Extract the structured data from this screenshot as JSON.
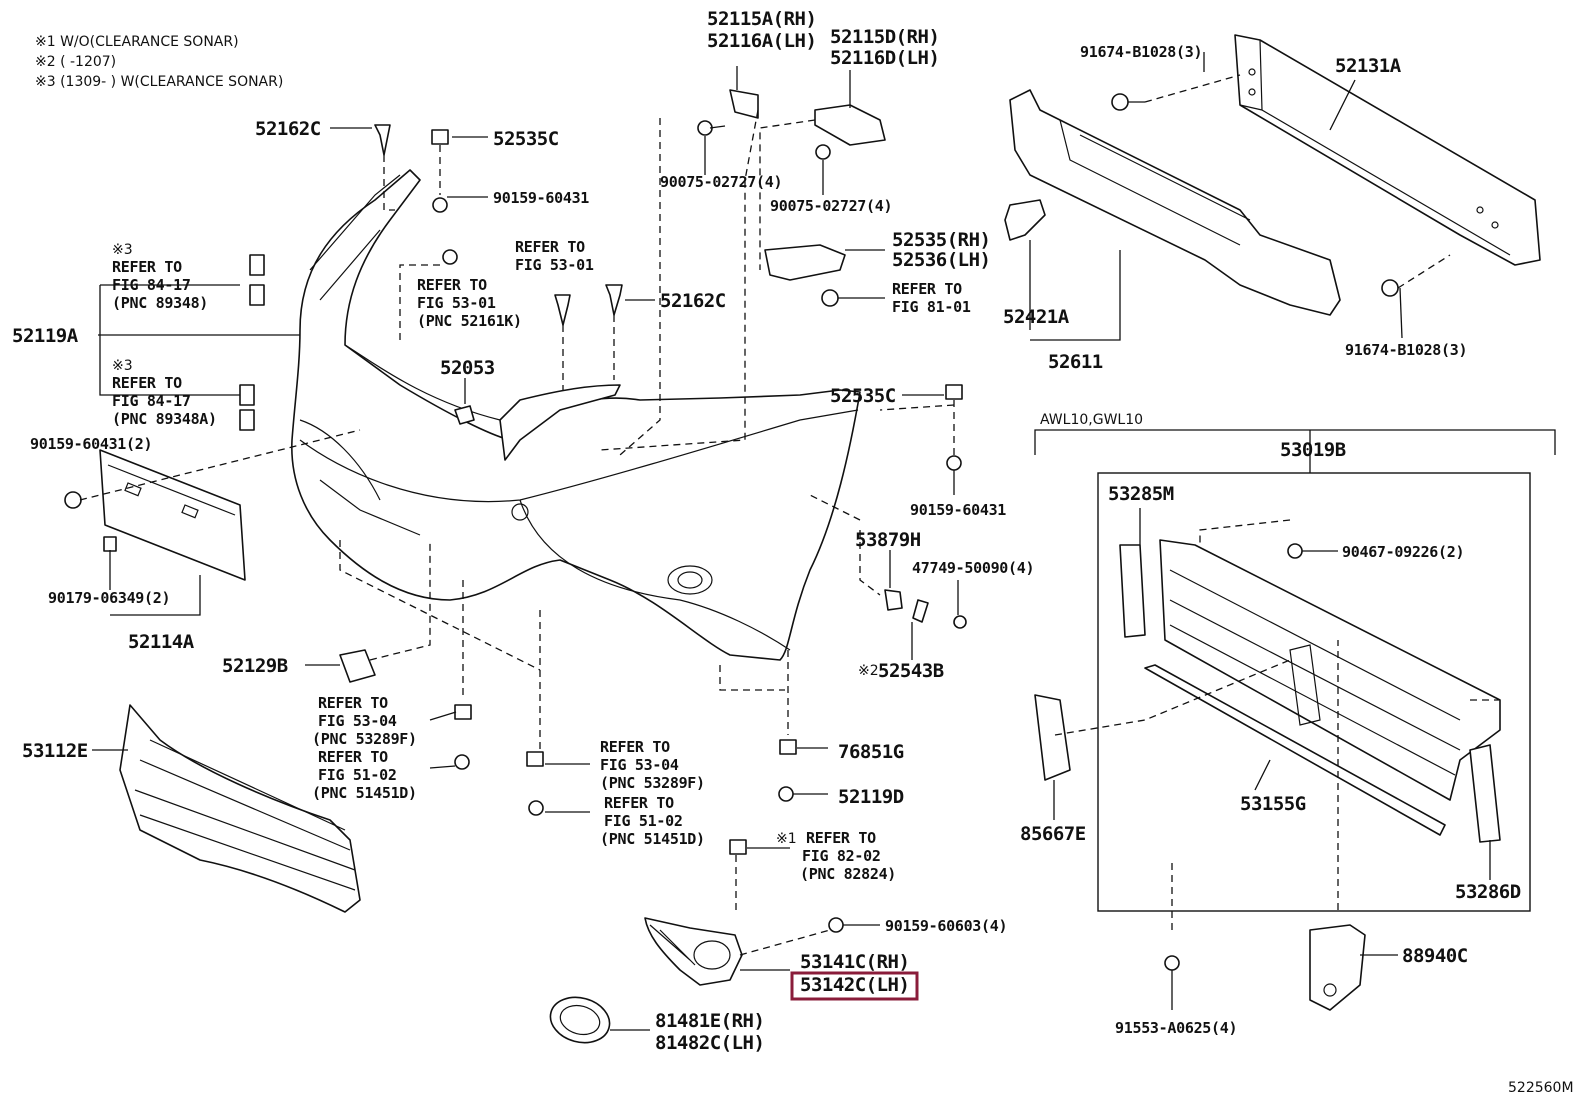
{
  "notes": [
    "※1 W/O(CLEARANCE SONAR)",
    "※2 (     -1207)",
    "※3 (1309-     ) W(CLEARANCE SONAR)"
  ],
  "labels": {
    "l_52115A": "52115A(RH)",
    "l_52116A": "52116A(LH)",
    "l_52115D": "52115D(RH)",
    "l_52116D": "52116D(LH)",
    "l_91674_top": "91674-B1028(3)",
    "l_52131A": "52131A",
    "l_52162C_top": "52162C",
    "l_52535C_top": "52535C",
    "l_90159_60431_top": "90159-60431",
    "l_90075_a": "90075-02727(4)",
    "l_90075_b": "90075-02727(4)",
    "l_52535": "52535(RH)",
    "l_52536": "52536(LH)",
    "l_ref81_a": "REFER TO",
    "l_ref81_b": "FIG 81-01",
    "l_52421A": "52421A",
    "l_52611": "52611",
    "l_91674_bot": "91674-B1028(3)",
    "l_n3a": "※3",
    "l_ref84a_a": "REFER TO",
    "l_ref84a_b": "FIG 84-17",
    "l_ref84a_c": "(PNC 89348)",
    "l_52119A": "52119A",
    "l_n3b": "※3",
    "l_ref84b_a": "REFER TO",
    "l_ref84b_b": "FIG 84-17",
    "l_ref84b_c": "(PNC 89348A)",
    "l_90159_60431_2": "90159-60431(2)",
    "l_ref5301a_a": "REFER TO",
    "l_ref5301a_b": "FIG 53-01",
    "l_ref5301b_a": "REFER TO",
    "l_ref5301b_b": "FIG 53-01",
    "l_ref5301b_c": "(PNC 52161K)",
    "l_52162C_mid": "52162C",
    "l_52053": "52053",
    "l_52535C_mid": "52535C",
    "l_90159_60431_mid": "90159-60431",
    "l_awl": "AWL10,GWL10",
    "l_53019B": "53019B",
    "l_53285M": "53285M",
    "l_90467": "90467-09226(2)",
    "l_53879H": "53879H",
    "l_47749": "47749-50090(4)",
    "l_n2": "※2",
    "l_52543B": "52543B",
    "l_90179": "90179-06349(2)",
    "l_52114A": "52114A",
    "l_52129B": "52129B",
    "l_ref5304a_a": "REFER TO",
    "l_ref5304a_b": "FIG 53-04",
    "l_ref5304a_c": "(PNC 53289F)",
    "l_ref5102a_a": "REFER TO",
    "l_ref5102a_b": "FIG 51-02",
    "l_ref5102a_c": "(PNC 51451D)",
    "l_53112E": "53112E",
    "l_ref5304b_a": "REFER TO",
    "l_ref5304b_b": "FIG 53-04",
    "l_ref5304b_c": "(PNC 53289F)",
    "l_ref5102b_a": "REFER TO",
    "l_ref5102b_b": "FIG 51-02",
    "l_ref5102b_c": "(PNC 51451D)",
    "l_76851G": "76851G",
    "l_52119D": "52119D",
    "l_n1": "※1",
    "l_ref8202_a": "REFER TO",
    "l_ref8202_b": "FIG 82-02",
    "l_ref8202_c": "(PNC 82824)",
    "l_85667E": "85667E",
    "l_53155G": "53155G",
    "l_53286D": "53286D",
    "l_90159_60603": "90159-60603(4)",
    "l_53141C": "53141C(RH)",
    "l_53142C": "53142C(LH)",
    "l_88940C": "88940C",
    "l_91553": "91553-A0625(4)",
    "l_81481E": "81481E(RH)",
    "l_81482C": "81482C(LH)",
    "l_fig": "522560M"
  },
  "highlight": {
    "part": "53142C(LH)",
    "color": "#8a1c3a"
  }
}
